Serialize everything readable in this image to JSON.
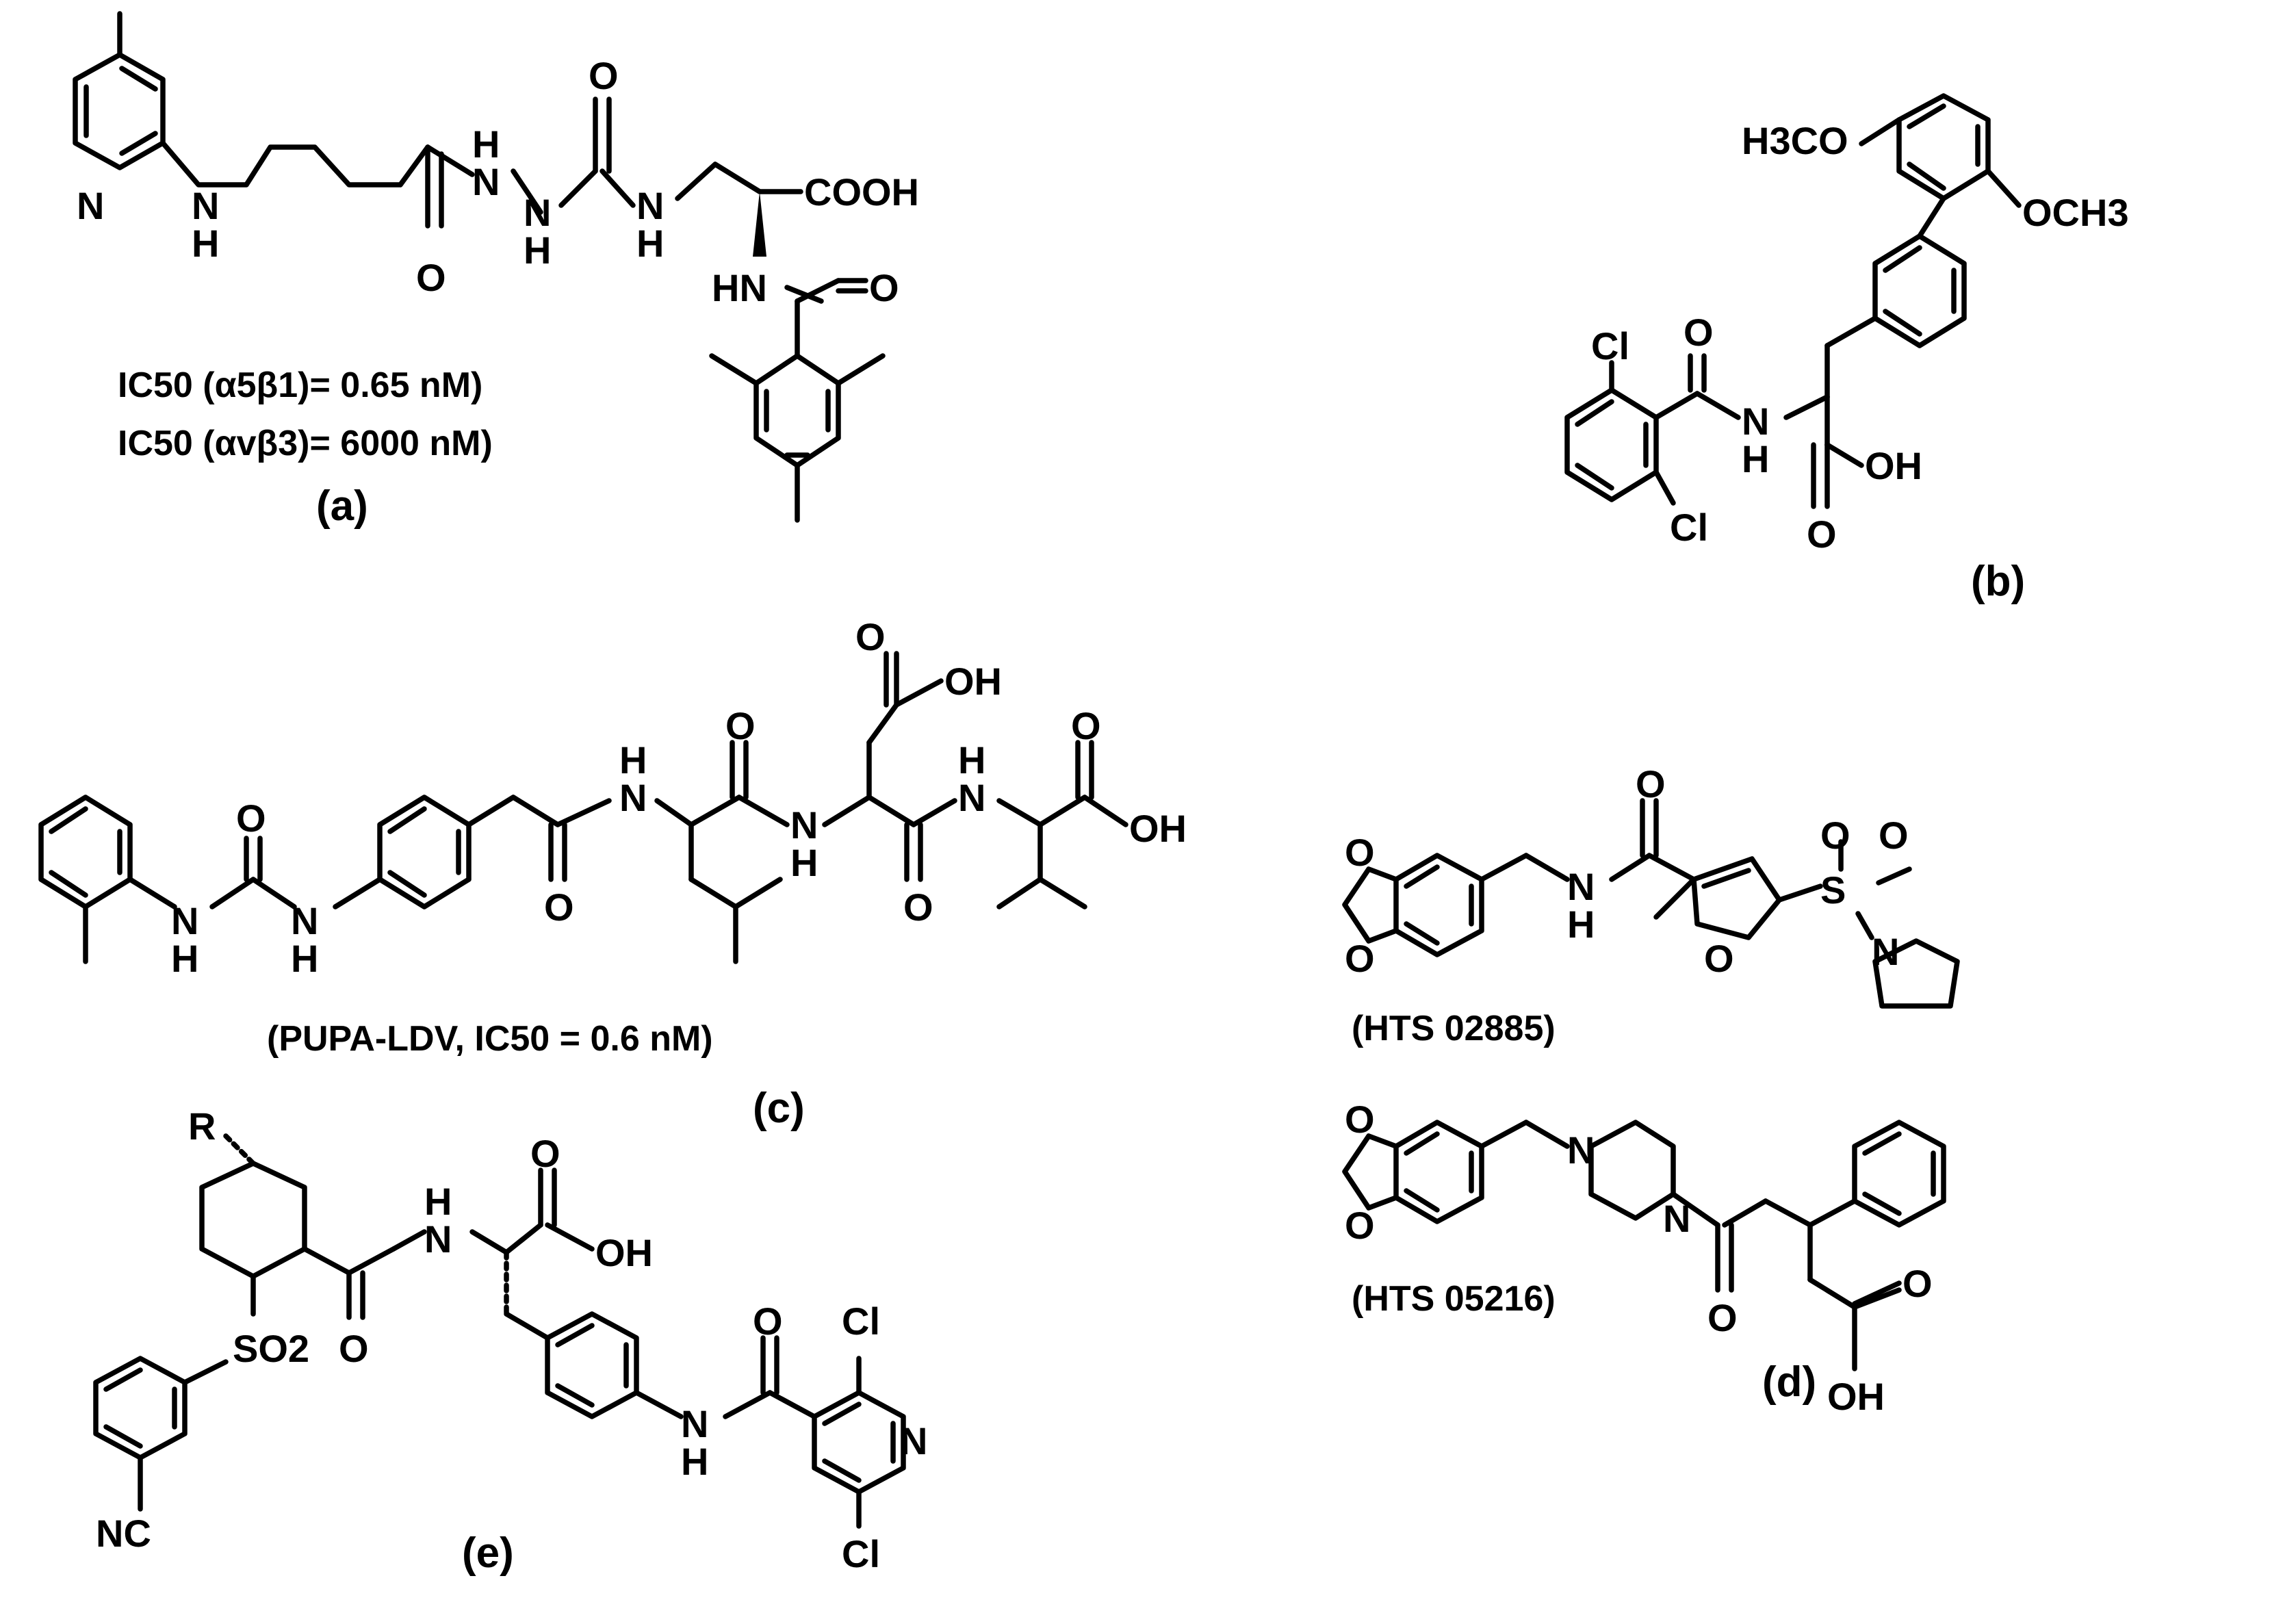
{
  "panels": {
    "a": {
      "label": "(a)",
      "atoms": {
        "N_pyr": "N",
        "H1": "H",
        "N1": "N",
        "H2": "H",
        "N2": "N",
        "H3": "H",
        "N3": "N",
        "O1": "O",
        "O2": "O",
        "H4": "H",
        "N4": "N",
        "COOH": "COOH",
        "HN": "HN",
        "O3": "O"
      },
      "ic50_1": "IC50 (α5β1)= 0.65 nM)",
      "ic50_2": "IC50 (αvβ3)= 6000 nM)"
    },
    "b": {
      "label": "(b)",
      "atoms": {
        "H3CO": "H3CO",
        "OCH3": "OCH3",
        "Cl1": "Cl",
        "Cl2": "Cl",
        "O1": "O",
        "N": "N",
        "H": "H",
        "OH": "OH",
        "O2": "O"
      }
    },
    "c": {
      "label": "(c)",
      "caption": "(PUPA-LDV, IC50 = 0.6 nM)",
      "atoms": {
        "O1": "O",
        "N1": "N",
        "H1": "H",
        "N2": "N",
        "H2": "H",
        "O2": "O",
        "H3": "H",
        "N3": "N",
        "O3": "O",
        "OH1": "OH",
        "N4": "N",
        "H4": "H",
        "O4": "O",
        "H5": "H",
        "N5": "N",
        "O5": "O",
        "O6": "O",
        "OH2": "OH"
      }
    },
    "d": {
      "label": "(d)",
      "compound1": "(HTS 02885)",
      "compound2": "(HTS 05216)",
      "atoms": {
        "O1": "O",
        "O2": "O",
        "N1": "N",
        "H1": "H",
        "O3": "O",
        "O4": "O",
        "O5": "O",
        "S": "S",
        "O6": "O",
        "N2": "N",
        "O7": "O",
        "O8": "O",
        "N3": "N",
        "N4": "N",
        "O9": "O",
        "O10": "O",
        "OH": "OH"
      }
    },
    "e": {
      "label": "(e)",
      "atoms": {
        "R": "R",
        "SO2": "SO2",
        "NC": "NC",
        "N1": "N",
        "H1": "H",
        "O1": "O",
        "OH": "OH",
        "O2": "O",
        "O3": "O",
        "Cl1": "Cl",
        "Cl2": "Cl",
        "N2": "N",
        "N3": "N",
        "H2": "H"
      }
    }
  }
}
